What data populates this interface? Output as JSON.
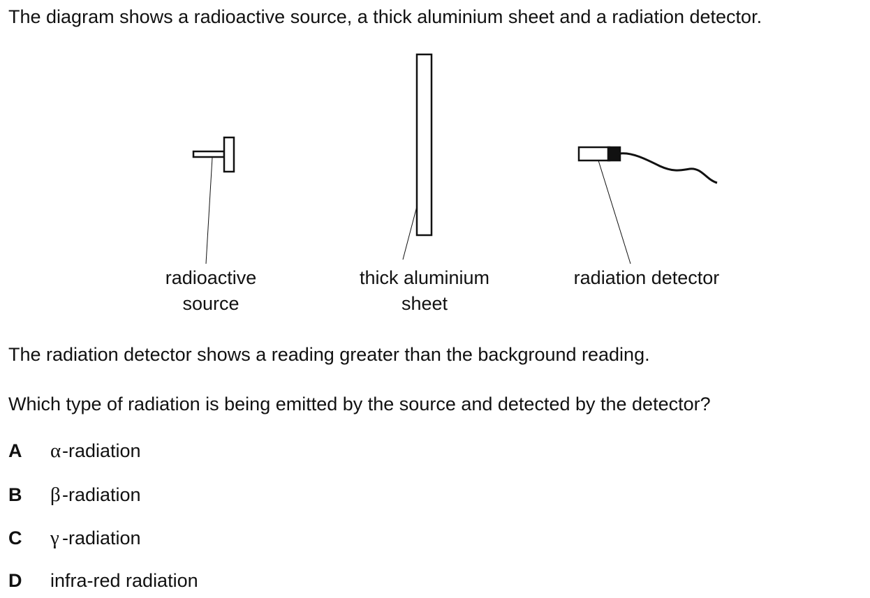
{
  "intro": "The diagram shows a radioactive source, a thick aluminium sheet and a radiation detector.",
  "diagram": {
    "source_label": [
      "radioactive",
      "source"
    ],
    "sheet_label": [
      "thick aluminium",
      "sheet"
    ],
    "detector_label": [
      "radiation detector"
    ]
  },
  "statement": "The radiation detector shows a reading greater than the background reading.",
  "question": "Which type of radiation is being emitted by the source and detected by the detector?",
  "options": [
    {
      "letter": "A",
      "greek": "α",
      "text": "-radiation"
    },
    {
      "letter": "B",
      "greek": "β",
      "text": "-radiation"
    },
    {
      "letter": "C",
      "greek": "γ",
      "text": "-radiation"
    },
    {
      "letter": "D",
      "greek": "",
      "text": "infra-red radiation"
    }
  ]
}
